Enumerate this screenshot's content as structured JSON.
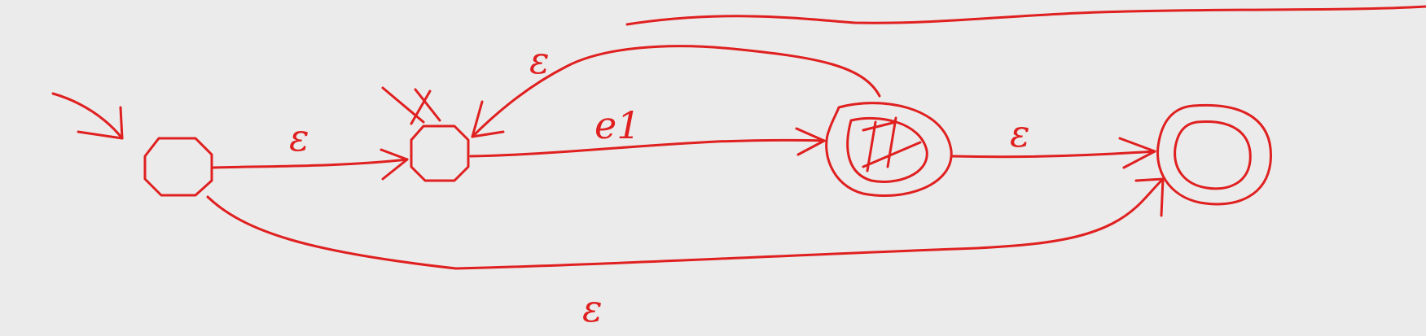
{
  "colors": {
    "background": "#ebebeb",
    "ink": "#e02020"
  },
  "labels": {
    "start_to_q1": "ε",
    "q1_to_q2": "e1",
    "q2_to_q1_back": "ε",
    "q2_to_q3": "ε",
    "start_to_q3_bypass": "ε"
  }
}
